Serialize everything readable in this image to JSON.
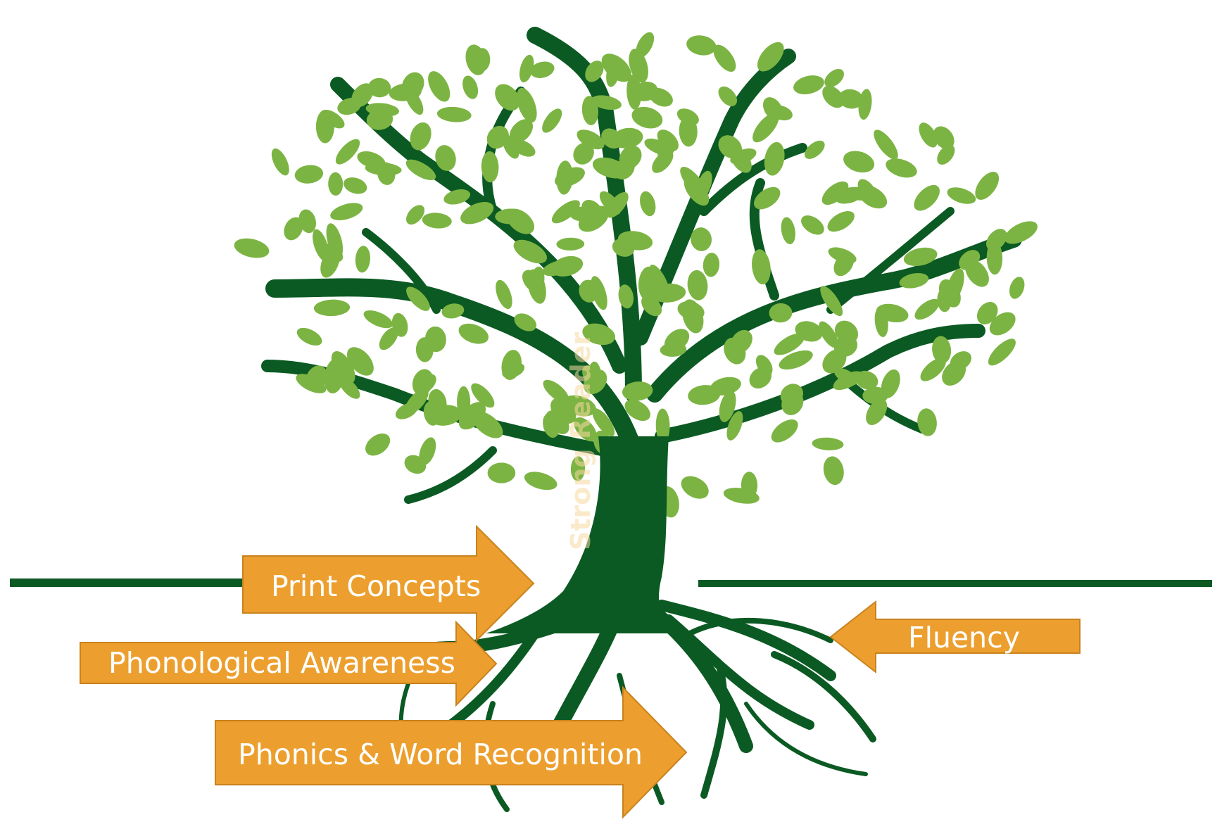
{
  "diagram": {
    "trunk_label": "Strong Reader",
    "arrows": [
      {
        "id": "print-concepts",
        "label": "Print Concepts"
      },
      {
        "id": "phonological-awareness",
        "label": "Phonological Awareness"
      },
      {
        "id": "phonics",
        "label": "Phonics & Word Recognition"
      },
      {
        "id": "fluency",
        "label": "Fluency"
      }
    ]
  },
  "colors": {
    "tree": "#0b5a23",
    "leaves": "#7cb443",
    "arrows": "#ec9f2e",
    "arrow_text": "#ffffff"
  }
}
